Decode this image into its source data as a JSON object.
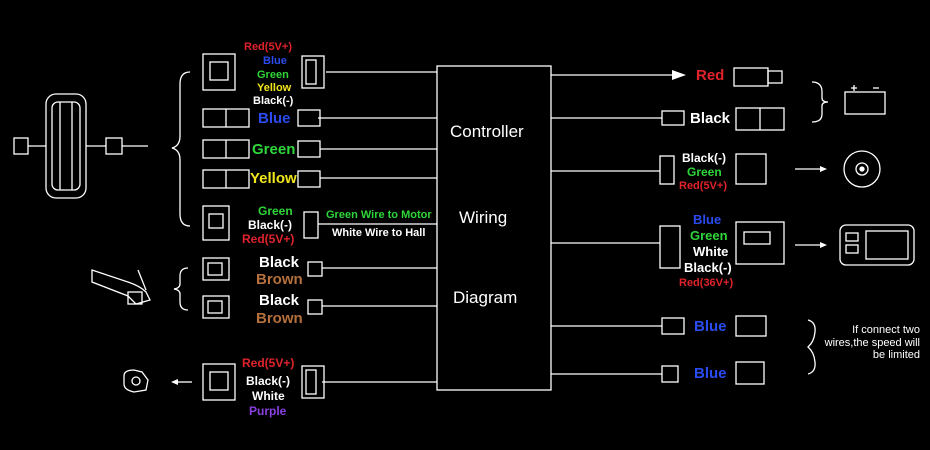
{
  "colors": {
    "red": "#e0232b",
    "blue": "#2a4bf0",
    "green": "#2fd63a",
    "yellow": "#f1e51c",
    "white": "#ffffff",
    "brown": "#b5703c",
    "purple": "#8a3fe0"
  },
  "controller": {
    "line1": "Controller",
    "line2": "Wiring",
    "line3": "Diagram"
  },
  "left": {
    "motor_main": [
      "Red(5V+)",
      "Blue",
      "Green",
      "Yellow",
      "Black(-)"
    ],
    "phase_blue": "Blue",
    "phase_green": "Green",
    "phase_yellow": "Yellow",
    "hall": [
      "Green",
      "Black(-)",
      "Red(5V+)"
    ],
    "hall_green_wire": "Green Wire to Motor",
    "hall_white_wire": "White Wire to Hall",
    "brake1": [
      "Black",
      "Brown"
    ],
    "brake2": [
      "Black",
      "Brown"
    ],
    "throttle": [
      "Red(5V+)",
      "Black(-)",
      "White",
      "Purple"
    ]
  },
  "right": {
    "battery_red": "Red",
    "battery_black": "Black",
    "pas": [
      "Black(-)",
      "Green",
      "Red(5V+)"
    ],
    "display": [
      "Blue",
      "Green",
      "White",
      "Black(-)",
      "Red(36V+)"
    ],
    "blue1": "Blue",
    "blue2": "Blue",
    "note": "If connect two wires,the speed will be limited"
  }
}
